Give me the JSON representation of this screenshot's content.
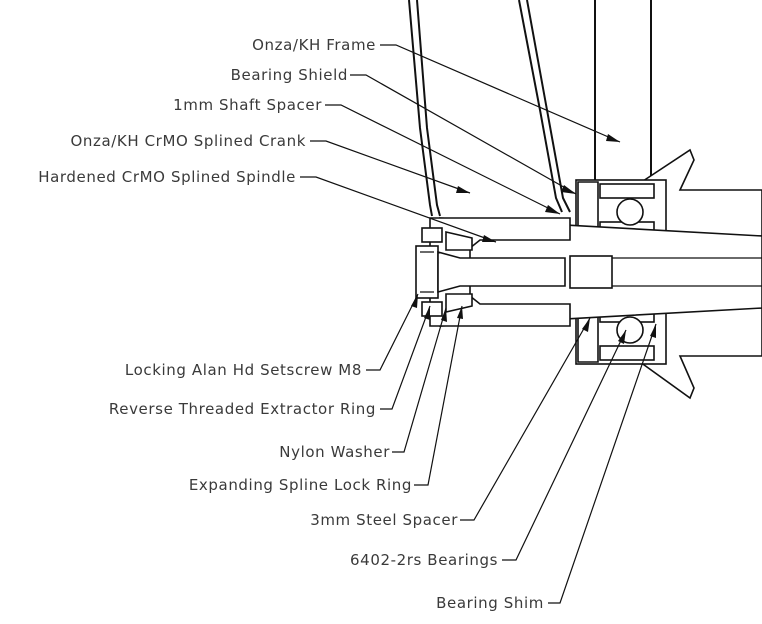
{
  "labels": {
    "frame": "Onza/KH Frame",
    "bearing_shield": "Bearing Shield",
    "shaft_spacer": "1mm Shaft Spacer",
    "crank": "Onza/KH CrMO Splined Crank",
    "spindle": "Hardened CrMO Splined Spindle",
    "setscrew": "Locking Alan Hd Setscrew M8",
    "extractor_ring": "Reverse Threaded Extractor Ring",
    "nylon_washer": "Nylon Washer",
    "spline_lock_ring": "Expanding Spline Lock Ring",
    "steel_spacer": "3mm Steel Spacer",
    "bearings": "6402-2rs Bearings",
    "bearing_shim": "Bearing Shim"
  },
  "colors": {
    "line": "#111111",
    "text": "#3a3a3a",
    "background": "#ffffff"
  }
}
